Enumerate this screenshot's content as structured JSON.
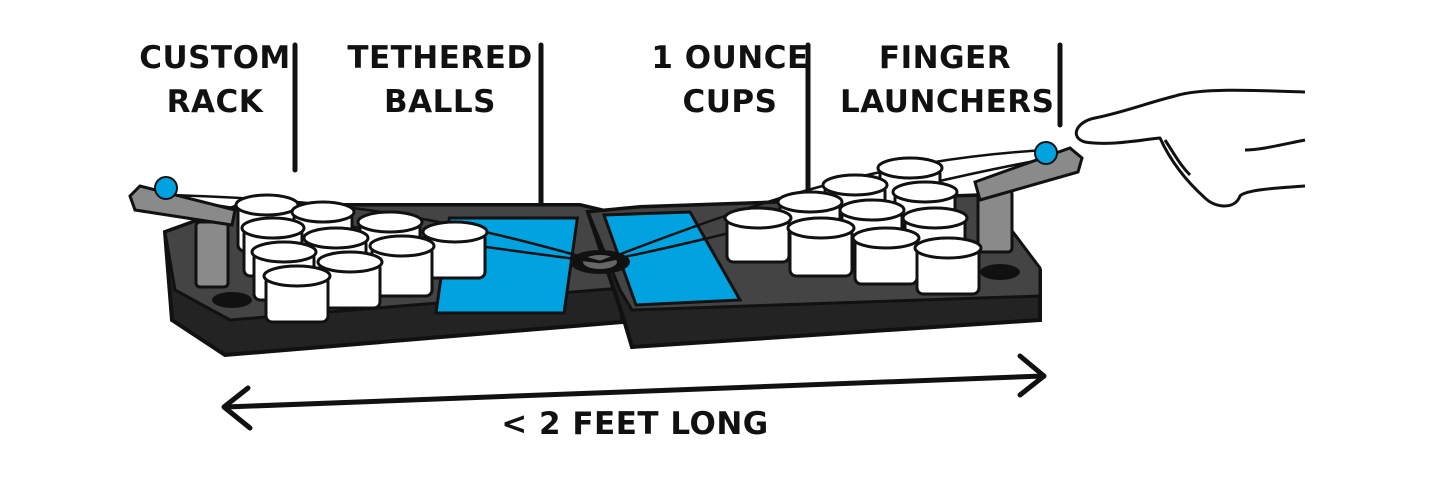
{
  "labels": {
    "custom_rack": [
      "CUSTOM",
      "RACK"
    ],
    "tethered_balls": [
      "TETHERED",
      "BALLS"
    ],
    "one_ounce_cups": [
      "1 OUNCE",
      "CUPS"
    ],
    "finger_launchers": [
      "FINGER",
      "LAUNCHERS"
    ],
    "length": "< 2 FEET LONG"
  },
  "colors": {
    "board": "#3c3c3c",
    "board_edge": "#232323",
    "cup": "#ffffff",
    "accent_blue": "#00a3e0",
    "launcher": "#8a8a8a",
    "line": "#111111"
  }
}
